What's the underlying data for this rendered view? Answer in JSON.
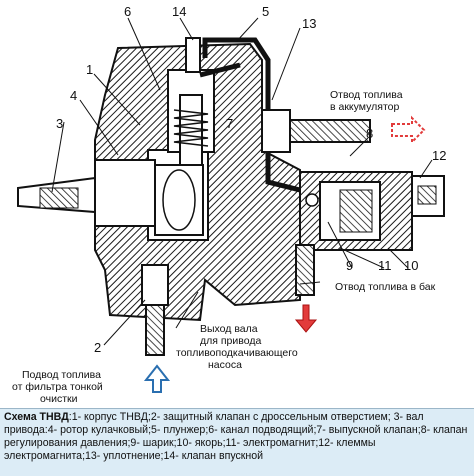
{
  "diagram": {
    "part_numbers": [
      "1",
      "2",
      "3",
      "4",
      "5",
      "6",
      "7",
      "8",
      "9",
      "10",
      "11",
      "12",
      "13",
      "14"
    ],
    "labels": {
      "fuel_return_accumulator": [
        "Отвод топлива",
        "в аккумулятор"
      ],
      "fuel_return_tank": "Отвод топлива в бак",
      "shaft_output": [
        "Выход вала",
        "для привода",
        "топливоподкачивающего",
        "насоса"
      ],
      "fuel_supply": [
        "Подвод топлива",
        "от фильтра тонкой",
        "очистки"
      ]
    },
    "colors": {
      "hatch": "#1a1a1a",
      "arrow_red": "#e23b3b",
      "arrow_blue_outline": "#2a6fb0",
      "caption_bg": "#dcecf6"
    }
  },
  "caption": {
    "title": "Схема ТНВД",
    "text": ":1- корпус ТНВД;2- защитный клапан с дроссельным отверстием; 3- вал привода:4- ротор кулачковый;5- плунжер;6- канал подводящий;7- выпускной клапан;8- клапан регулирования давления;9- шарик;10- якорь;11- электромагнит;12- клеммы электромагнита;13- уплотнение;14- клапан впускной"
  }
}
